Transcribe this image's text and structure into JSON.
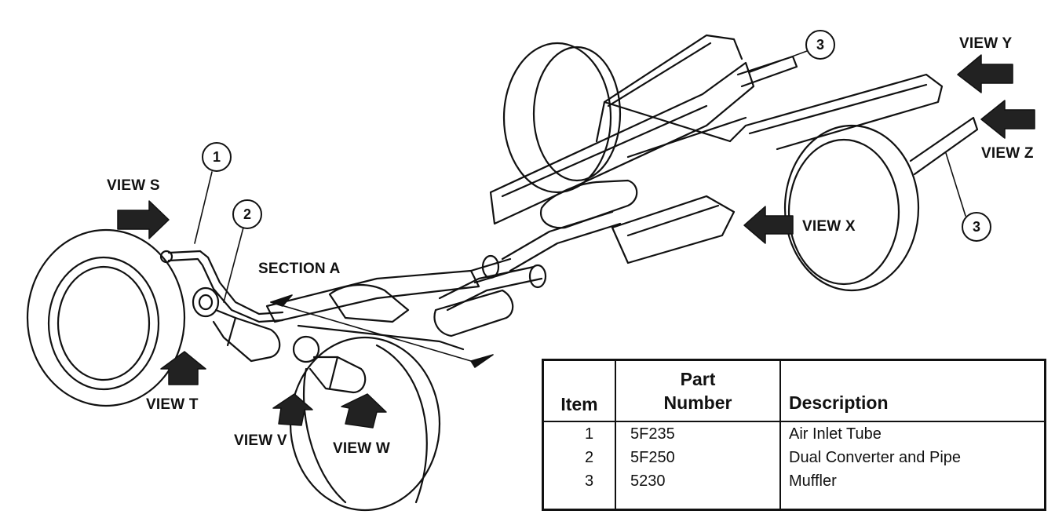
{
  "labels": {
    "view_s": "VIEW S",
    "view_t": "VIEW T",
    "view_v": "VIEW V",
    "view_w": "VIEW W",
    "view_x": "VIEW X",
    "view_y": "VIEW Y",
    "view_z": "VIEW Z",
    "section_a": "SECTION A"
  },
  "callouts": {
    "c1": "1",
    "c2": "2",
    "c3_top": "3",
    "c3_right": "3"
  },
  "table": {
    "headers": {
      "item": "Item",
      "part_line1": "Part",
      "part_line2": "Number",
      "description": "Description"
    },
    "rows": [
      {
        "item": "1",
        "part": "5F235",
        "description": "Air Inlet Tube"
      },
      {
        "item": "2",
        "part": "5F250",
        "description": "Dual Converter and Pipe"
      },
      {
        "item": "3",
        "part": "5230",
        "description": "Muffler"
      }
    ]
  }
}
